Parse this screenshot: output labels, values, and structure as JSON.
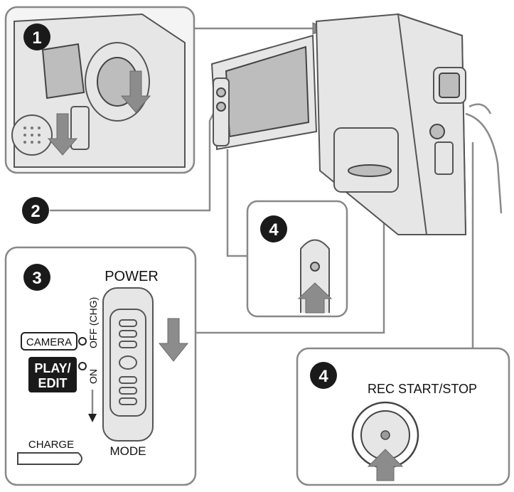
{
  "steps": {
    "step1": "1",
    "step2": "2",
    "step3": "3",
    "step4_lens": "4",
    "step4_button": "4"
  },
  "switch": {
    "power_label": "POWER",
    "off_label": "OFF (CHG)",
    "on_label": "ON",
    "camera_label": "CAMERA",
    "play_label_line1": "PLAY/",
    "play_label_line2": "EDIT",
    "charge_label": "CHARGE",
    "mode_label": "MODE"
  },
  "rec": {
    "label": "REC START/STOP"
  },
  "colors": {
    "badge": "#1a1a1a",
    "arrow": "#8c8c8c",
    "line": "#8a8a8a"
  }
}
